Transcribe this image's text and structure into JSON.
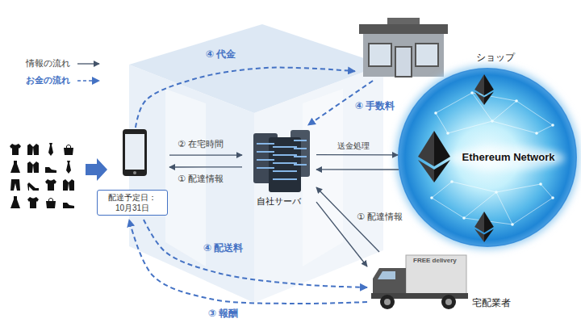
{
  "diagram": {
    "nodes": [
      {
        "text": [
          "ショップ"
        ]
      },
      {
        "text": [
          "配達予定日： 10月31日"
        ]
      },
      {
        "text": [
          "自社サーバ"
        ]
      },
      {
        "text": [
          "Ethereum Network"
        ]
      },
      {
        "text": [
          "FREE delivery",
          "宅配業者"
        ]
      }
    ],
    "edges": [
      {
        "from": 1,
        "to": 2,
        "arrow": "to",
        "label": "② 在宅時間"
      },
      {
        "from": 2,
        "to": 1,
        "arrow": "to",
        "label": "① 配達情報"
      },
      {
        "from": 2,
        "to": 3,
        "arrow": "to",
        "label": "送金処理"
      },
      {
        "from": 3,
        "to": 2,
        "arrow": "to"
      },
      {
        "from": 2,
        "to": 4,
        "arrow": "to",
        "label": "① 配達情報"
      },
      {
        "from": 4,
        "to": 2,
        "arrow": "to"
      },
      {
        "from": 1,
        "to": 0,
        "arrow": "to",
        "label": "④ 代金"
      },
      {
        "from": 0,
        "to": 2,
        "arrow": "to",
        "label": "④ 手数料"
      },
      {
        "from": 1,
        "to": 4,
        "arrow": "to",
        "label": "④ 配送料"
      },
      {
        "from": 4,
        "to": 1,
        "arrow": "to",
        "label": "③ 報酬"
      }
    ],
    "legend": [
      {
        "text": "情報の流れ"
      },
      {
        "text": "お金の流れ"
      }
    ]
  }
}
